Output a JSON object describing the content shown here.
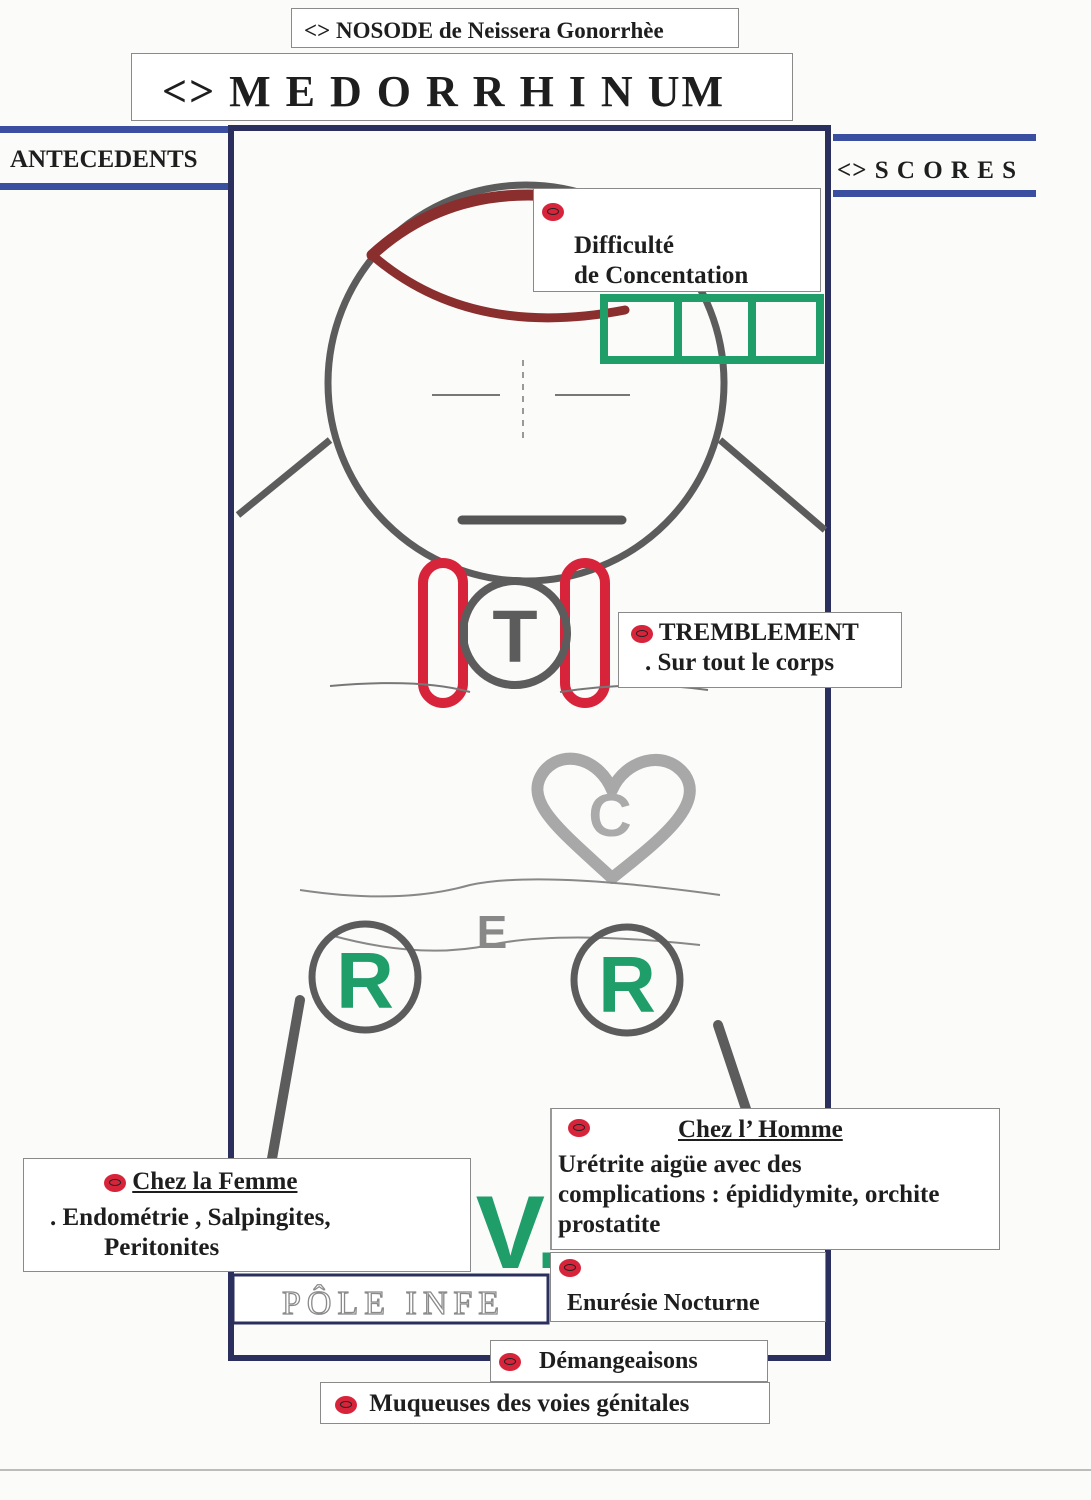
{
  "header": {
    "nosode": "<> NOSODE  de Neissera Gonorrhèe",
    "remedy": "<>  M E D O R R H I N UM"
  },
  "sidebar": {
    "antecedents": "ANTECEDENTS",
    "scores": "<>   S C O R E S"
  },
  "figure": {
    "letter_t": "T",
    "letter_c": "C",
    "letter_e": "E",
    "letter_r_left": "R",
    "letter_r_right": "R",
    "letter_v": "V.",
    "pole": "PÔLE INFE"
  },
  "labels": {
    "concentration": {
      "line1": "Difficulté",
      "line2": "de Concentation"
    },
    "tremblement": {
      "title": "TREMBLEMENT",
      "detail": ". Sur tout le corps"
    },
    "homme": {
      "title": "Chez l’ Homme",
      "line1": "Urétrite aigüe avec des",
      "line2": "complications : épididymite, orchite",
      "line3": "prostatite"
    },
    "femme": {
      "title": "Chez la Femme",
      "line1": ".   Endométrie , Salpingites,",
      "line2": "Peritonites"
    },
    "enuresie": "Enurésie Nocturne",
    "demangeaisons": "Démangeaisons",
    "muqueuses": "Muqueuses des voies génitales"
  },
  "colors": {
    "frame": "#2a2f5e",
    "band": "#3a4fa0",
    "red": "#d8243a",
    "maroon": "#8a2e2e",
    "green": "#1f9e6a",
    "gray": "#5c5c5c"
  }
}
